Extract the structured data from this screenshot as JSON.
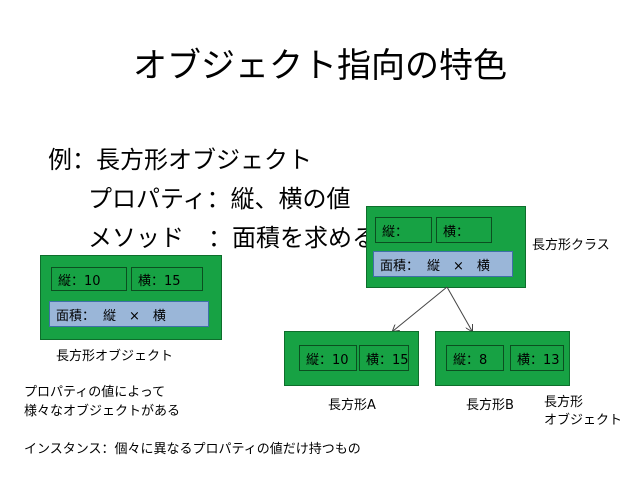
{
  "title": "オブジェクト指向の特色",
  "example": {
    "heading": "例：長方形オブジェクト",
    "property_line": "プロパティ：縦、横の値",
    "method_line": "メソッド　：面積を求める"
  },
  "left_object": {
    "height": "縦：10",
    "width": "横：15",
    "area_label": "面積：",
    "area_formula": "縦　×　横",
    "caption": "長方形オブジェクト"
  },
  "class_box": {
    "height": "縦：",
    "width": "横：",
    "area_label": "面積：",
    "area_formula": "縦　×　横",
    "caption": "長方形クラス"
  },
  "object_a": {
    "height": "縦：10",
    "width": "横：15",
    "caption": "長方形A"
  },
  "object_b": {
    "height": "縦：8",
    "width": "横：13",
    "caption": "長方形B"
  },
  "objects_caption_line1": "長方形",
  "objects_caption_line2": "オブジェクト",
  "note_line1": "プロパティの値によって",
  "note_line2": "様々なオブジェクトがある",
  "instance_line": "インスタンス：個々に異なるプロパティの値だけ持つもの",
  "colors": {
    "box_green": "#17a244",
    "area_blue": "#9ab6d8"
  }
}
